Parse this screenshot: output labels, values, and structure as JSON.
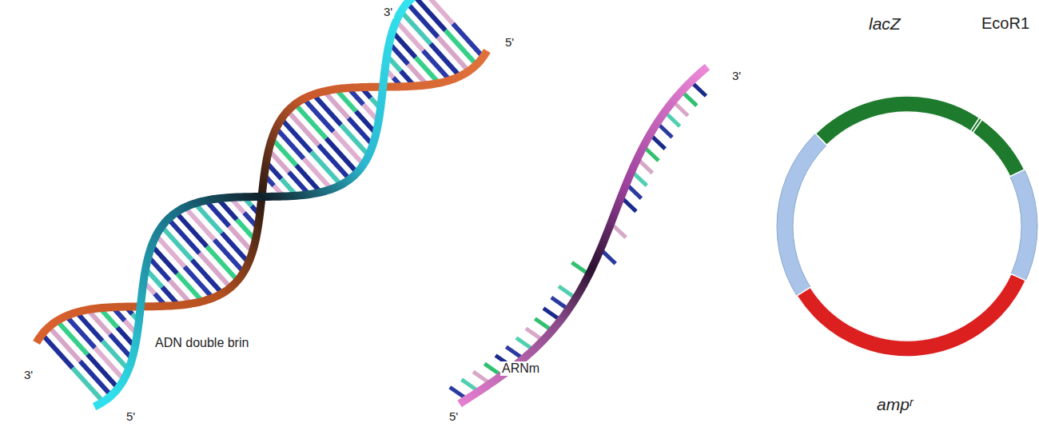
{
  "diagram": {
    "labels": [
      "3'",
      "5'",
      "3'",
      "lacZ",
      "EcoR1",
      "ADN double brin",
      "ARNm",
      "3'",
      "5'",
      "5'",
      "ampʳ"
    ]
  }
}
